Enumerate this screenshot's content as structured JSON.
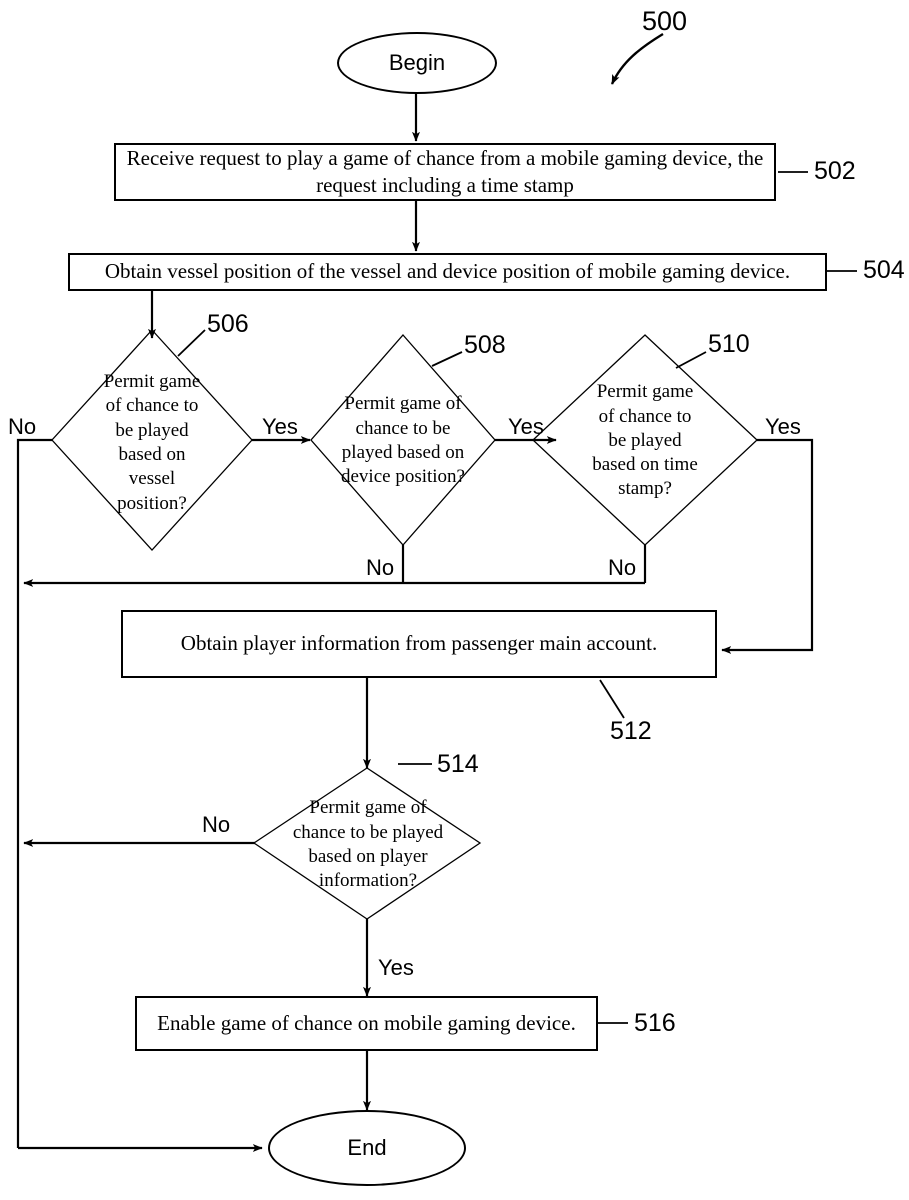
{
  "figure": {
    "number": "500",
    "type": "flowchart"
  },
  "nodes": {
    "begin": {
      "label": "Begin",
      "shape": "terminator"
    },
    "step502": {
      "label": "Receive request to play a game of chance from a mobile gaming device, the request including a time stamp",
      "ref": "502",
      "shape": "process"
    },
    "step504": {
      "label": "Obtain vessel position of the vessel and device position of mobile gaming device.",
      "ref": "504",
      "shape": "process"
    },
    "dec506": {
      "lines": [
        "Permit game",
        "of chance to",
        "be played",
        "based on",
        "vessel",
        "position?"
      ],
      "ref": "506",
      "shape": "decision"
    },
    "dec508": {
      "lines": [
        "Permit game of",
        "chance to be",
        "played based on",
        "device position?"
      ],
      "ref": "508",
      "shape": "decision"
    },
    "dec510": {
      "lines": [
        "Permit game",
        "of chance to",
        "be played",
        "based on time",
        "stamp?"
      ],
      "ref": "510",
      "shape": "decision"
    },
    "step512": {
      "label": "Obtain player information from passenger main account.",
      "ref": "512",
      "shape": "process"
    },
    "dec514": {
      "lines": [
        "Permit game of",
        "chance to be played",
        "based on player",
        "information?"
      ],
      "ref": "514",
      "shape": "decision"
    },
    "step516": {
      "label": "Enable game of chance on mobile gaming device.",
      "ref": "516",
      "shape": "process"
    },
    "end": {
      "label": "End",
      "shape": "terminator"
    }
  },
  "branch_labels": {
    "dec506_no": "No",
    "dec506_yes": "Yes",
    "dec508_yes": "Yes",
    "dec508_no": "No",
    "dec510_yes": "Yes",
    "dec510_no": "No",
    "dec514_no": "No",
    "dec514_yes": "Yes"
  },
  "colors": {
    "stroke": "#000000",
    "background": "#ffffff",
    "text": "#000000"
  }
}
